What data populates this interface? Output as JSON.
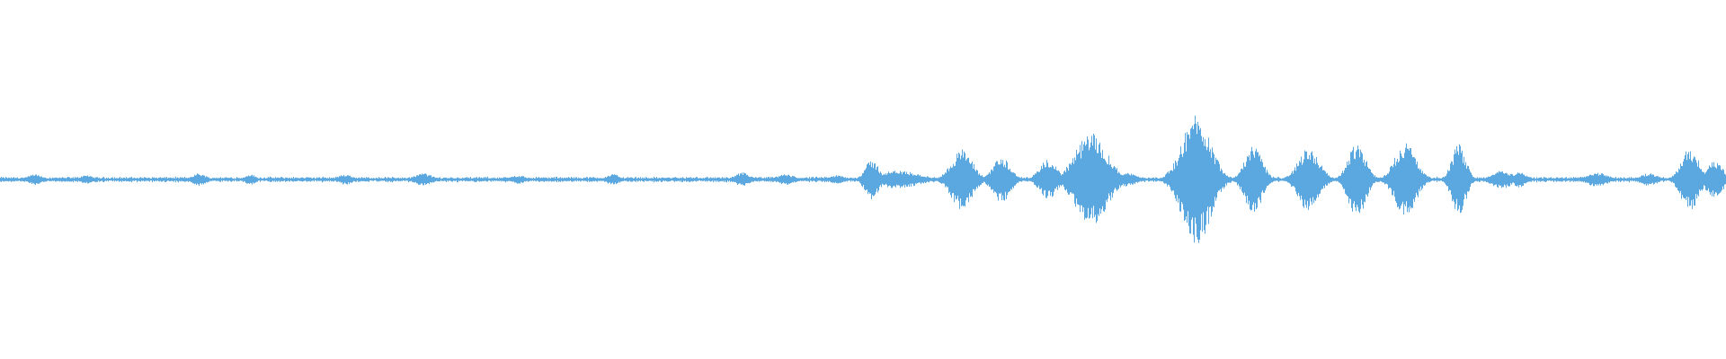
{
  "waveform": {
    "color": "#5ba8e0",
    "background": "#ffffff",
    "baseline_amplitude": 0.012,
    "events": [
      {
        "t": 0.02,
        "amp": 0.03,
        "width": 0.004
      },
      {
        "t": 0.05,
        "amp": 0.025,
        "width": 0.004
      },
      {
        "t": 0.115,
        "amp": 0.035,
        "width": 0.004
      },
      {
        "t": 0.145,
        "amp": 0.03,
        "width": 0.003
      },
      {
        "t": 0.2,
        "amp": 0.03,
        "width": 0.004
      },
      {
        "t": 0.245,
        "amp": 0.035,
        "width": 0.005
      },
      {
        "t": 0.3,
        "amp": 0.025,
        "width": 0.004
      },
      {
        "t": 0.355,
        "amp": 0.03,
        "width": 0.004
      },
      {
        "t": 0.43,
        "amp": 0.04,
        "width": 0.004
      },
      {
        "t": 0.455,
        "amp": 0.03,
        "width": 0.005
      },
      {
        "t": 0.485,
        "amp": 0.025,
        "width": 0.004
      },
      {
        "t": 0.505,
        "amp": 0.11,
        "width": 0.004
      },
      {
        "t": 0.52,
        "amp": 0.05,
        "width": 0.012
      },
      {
        "t": 0.557,
        "amp": 0.17,
        "width": 0.006
      },
      {
        "t": 0.58,
        "amp": 0.13,
        "width": 0.005
      },
      {
        "t": 0.607,
        "amp": 0.11,
        "width": 0.005
      },
      {
        "t": 0.632,
        "amp": 0.26,
        "width": 0.009
      },
      {
        "t": 0.652,
        "amp": 0.04,
        "width": 0.006
      },
      {
        "t": 0.693,
        "amp": 0.37,
        "width": 0.008
      },
      {
        "t": 0.726,
        "amp": 0.19,
        "width": 0.005
      },
      {
        "t": 0.758,
        "amp": 0.18,
        "width": 0.006
      },
      {
        "t": 0.786,
        "amp": 0.21,
        "width": 0.005
      },
      {
        "t": 0.814,
        "amp": 0.21,
        "width": 0.006
      },
      {
        "t": 0.845,
        "amp": 0.2,
        "width": 0.004
      },
      {
        "t": 0.87,
        "amp": 0.05,
        "width": 0.006
      },
      {
        "t": 0.88,
        "amp": 0.045,
        "width": 0.004
      },
      {
        "t": 0.925,
        "amp": 0.04,
        "width": 0.006
      },
      {
        "t": 0.955,
        "amp": 0.035,
        "width": 0.005
      },
      {
        "t": 0.979,
        "amp": 0.18,
        "width": 0.005
      },
      {
        "t": 0.993,
        "amp": 0.1,
        "width": 0.005
      }
    ]
  }
}
